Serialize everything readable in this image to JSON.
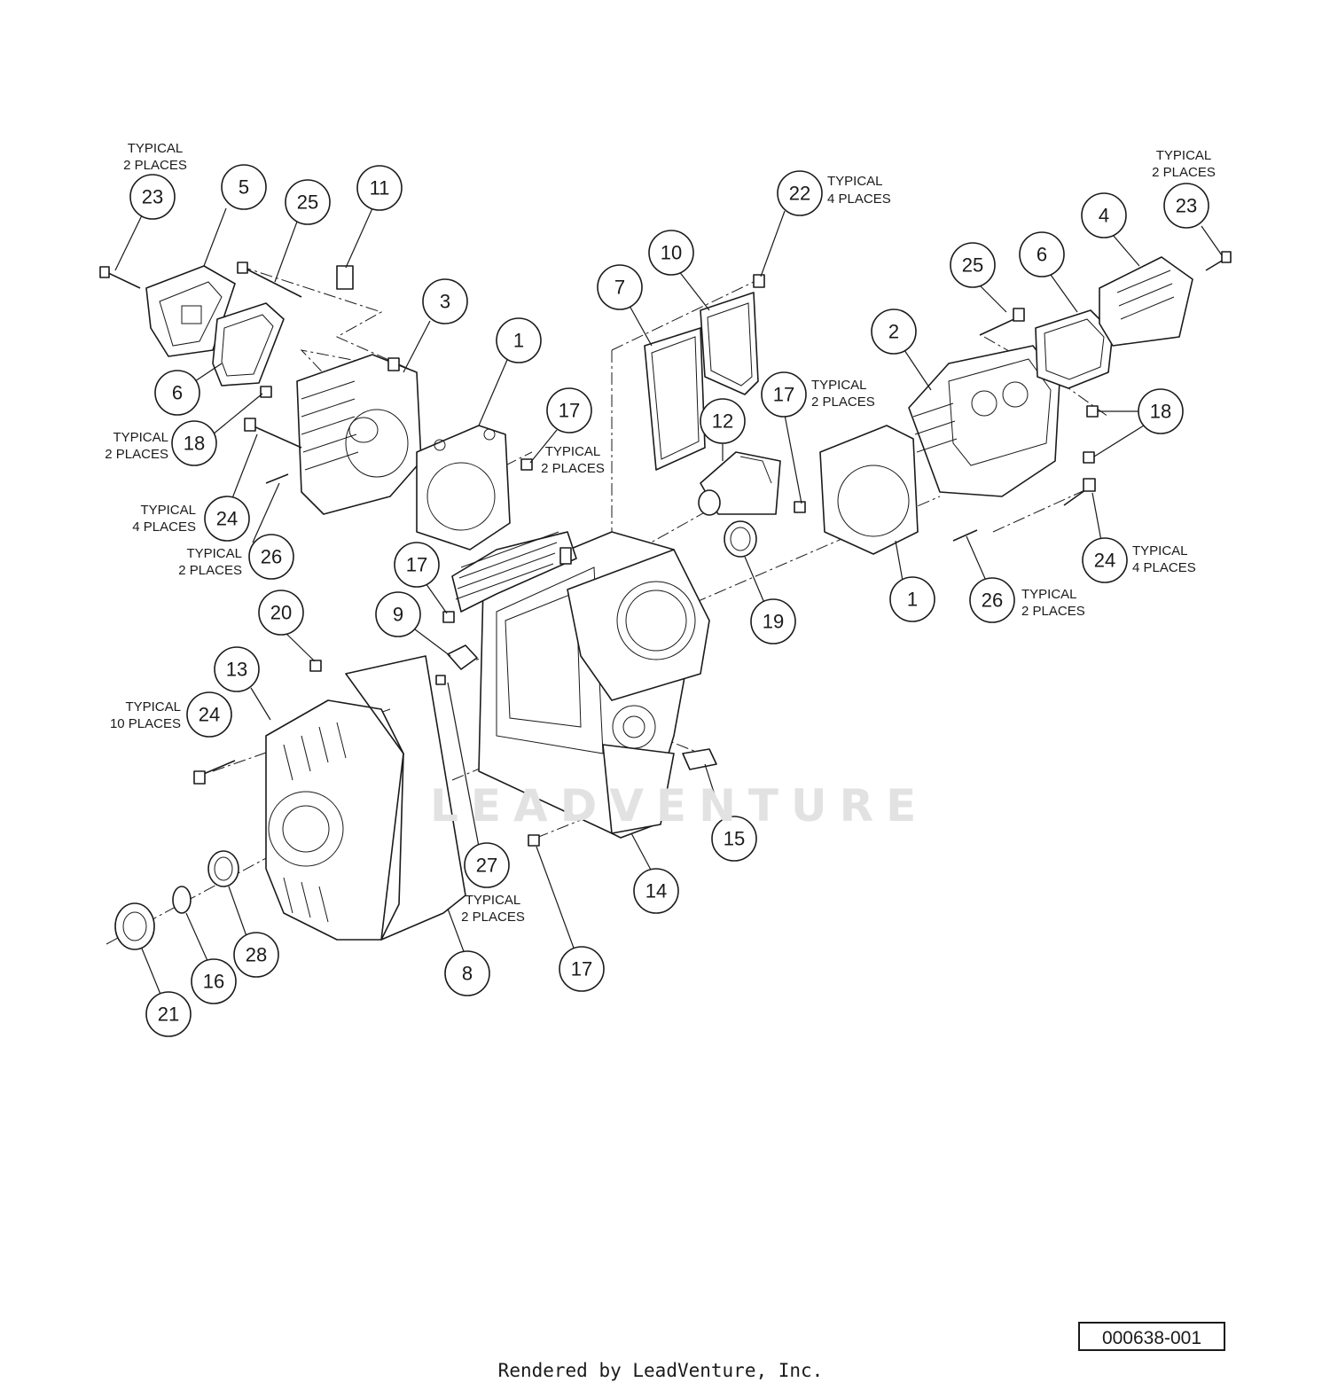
{
  "diagram": {
    "callouts": [
      {
        "id": "c23a",
        "label": "23"
      },
      {
        "id": "c5",
        "label": "5"
      },
      {
        "id": "c25a",
        "label": "25"
      },
      {
        "id": "c11",
        "label": "11"
      },
      {
        "id": "c3",
        "label": "3"
      },
      {
        "id": "c6a",
        "label": "6"
      },
      {
        "id": "c18a",
        "label": "18"
      },
      {
        "id": "c24a",
        "label": "24"
      },
      {
        "id": "c26a",
        "label": "26"
      },
      {
        "id": "c1a",
        "label": "1"
      },
      {
        "id": "c17a",
        "label": "17"
      },
      {
        "id": "c7",
        "label": "7"
      },
      {
        "id": "c10",
        "label": "10"
      },
      {
        "id": "c22",
        "label": "22"
      },
      {
        "id": "c12",
        "label": "12"
      },
      {
        "id": "c17b",
        "label": "17"
      },
      {
        "id": "c25b",
        "label": "25"
      },
      {
        "id": "c6b",
        "label": "6"
      },
      {
        "id": "c4",
        "label": "4"
      },
      {
        "id": "c23b",
        "label": "23"
      },
      {
        "id": "c2",
        "label": "2"
      },
      {
        "id": "c18b",
        "label": "18"
      },
      {
        "id": "c24b",
        "label": "24"
      },
      {
        "id": "c26b",
        "label": "26"
      },
      {
        "id": "c1b",
        "label": "1"
      },
      {
        "id": "c19",
        "label": "19"
      },
      {
        "id": "c17c",
        "label": "17"
      },
      {
        "id": "c9",
        "label": "9"
      },
      {
        "id": "c20",
        "label": "20"
      },
      {
        "id": "c13",
        "label": "13"
      },
      {
        "id": "c24c",
        "label": "24"
      },
      {
        "id": "c27",
        "label": "27"
      },
      {
        "id": "c15",
        "label": "15"
      },
      {
        "id": "c14",
        "label": "14"
      },
      {
        "id": "c17d",
        "label": "17"
      },
      {
        "id": "c8",
        "label": "8"
      },
      {
        "id": "c28",
        "label": "28"
      },
      {
        "id": "c16",
        "label": "16"
      },
      {
        "id": "c21",
        "label": "21"
      }
    ],
    "notes": {
      "typical": "TYPICAL",
      "n23a": "2 PLACES",
      "n18a": "2 PLACES",
      "n24a": "4 PLACES",
      "n26a": "2 PLACES",
      "n17a": "2 PLACES",
      "n22": "4 PLACES",
      "n17b": "2 PLACES",
      "n23b": "2 PLACES",
      "n24b": "4 PLACES",
      "n26b": "2 PLACES",
      "n24c": "10 PLACES",
      "n27": "2 PLACES"
    }
  },
  "watermark": "LEADVENTURE",
  "reference_number": "000638-001",
  "footer": "Rendered by LeadVenture, Inc."
}
